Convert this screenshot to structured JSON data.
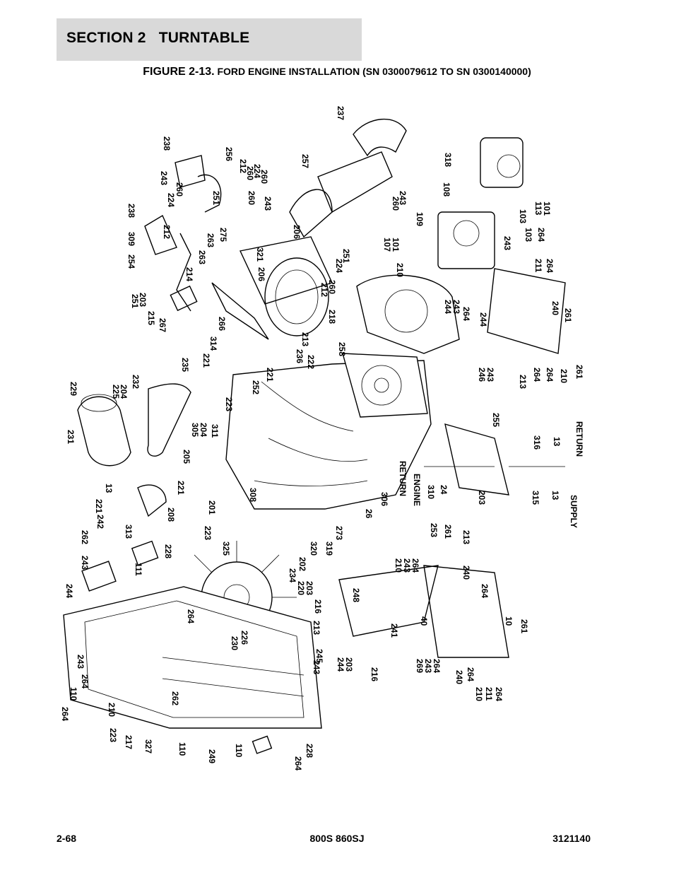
{
  "header": {
    "section": "SECTION 2   TURNTABLE"
  },
  "figure": {
    "number": "FIGURE 2-13.",
    "title": "FORD ENGINE INSTALLATION (SN 0300079612 TO SN 0300140000)"
  },
  "diagram": {
    "callouts": [
      "237",
      "257",
      "238",
      "256",
      "243",
      "260",
      "212",
      "260",
      "224",
      "260",
      "238",
      "224",
      "251",
      "260",
      "243",
      "260",
      "243",
      "206",
      "309",
      "212",
      "275",
      "263",
      "321",
      "251",
      "254",
      "263",
      "224",
      "214",
      "206",
      "212",
      "260",
      "251",
      "203",
      "215",
      "267",
      "266",
      "218",
      "318",
      "108",
      "109",
      "107",
      "101",
      "103",
      "113",
      "101",
      "103",
      "264",
      "243",
      "211",
      "264",
      "210",
      "244",
      "243",
      "264",
      "244",
      "240",
      "261",
      "213",
      "246",
      "243",
      "264",
      "264",
      "210",
      "261",
      "213",
      "236",
      "222",
      "258",
      "314",
      "221",
      "235",
      "221",
      "229",
      "225",
      "204",
      "232",
      "252",
      "223",
      "311",
      "305",
      "204",
      "231",
      "205",
      "255",
      "316",
      "13",
      "24",
      "RETURN",
      "310",
      "24",
      "13",
      "221",
      "221",
      "242",
      "262",
      "208",
      "201",
      "308",
      "203",
      "315",
      "13",
      "26",
      "306",
      "313",
      "228",
      "243",
      "273",
      "319",
      "320",
      "223",
      "325",
      "202",
      "234",
      "220",
      "203",
      "216",
      "253",
      "261",
      "213",
      "210",
      "243",
      "264",
      "240",
      "264",
      "248",
      "244",
      "111",
      "264",
      "230",
      "226",
      "241",
      "40",
      "10",
      "261",
      "213",
      "244",
      "203",
      "216",
      "269",
      "243",
      "264",
      "240",
      "264",
      "210",
      "211",
      "264",
      "243",
      "245",
      "243",
      "264",
      "110",
      "264",
      "210",
      "262",
      "223",
      "217",
      "327",
      "110",
      "249",
      "110",
      "228",
      "264",
      "212"
    ],
    "side_labels": {
      "engine": "ENGINE",
      "supply": "SUPPLY",
      "return": "RETURN"
    }
  },
  "footer": {
    "page": "2-68",
    "model": "800S 860SJ",
    "part_number": "3121140"
  }
}
